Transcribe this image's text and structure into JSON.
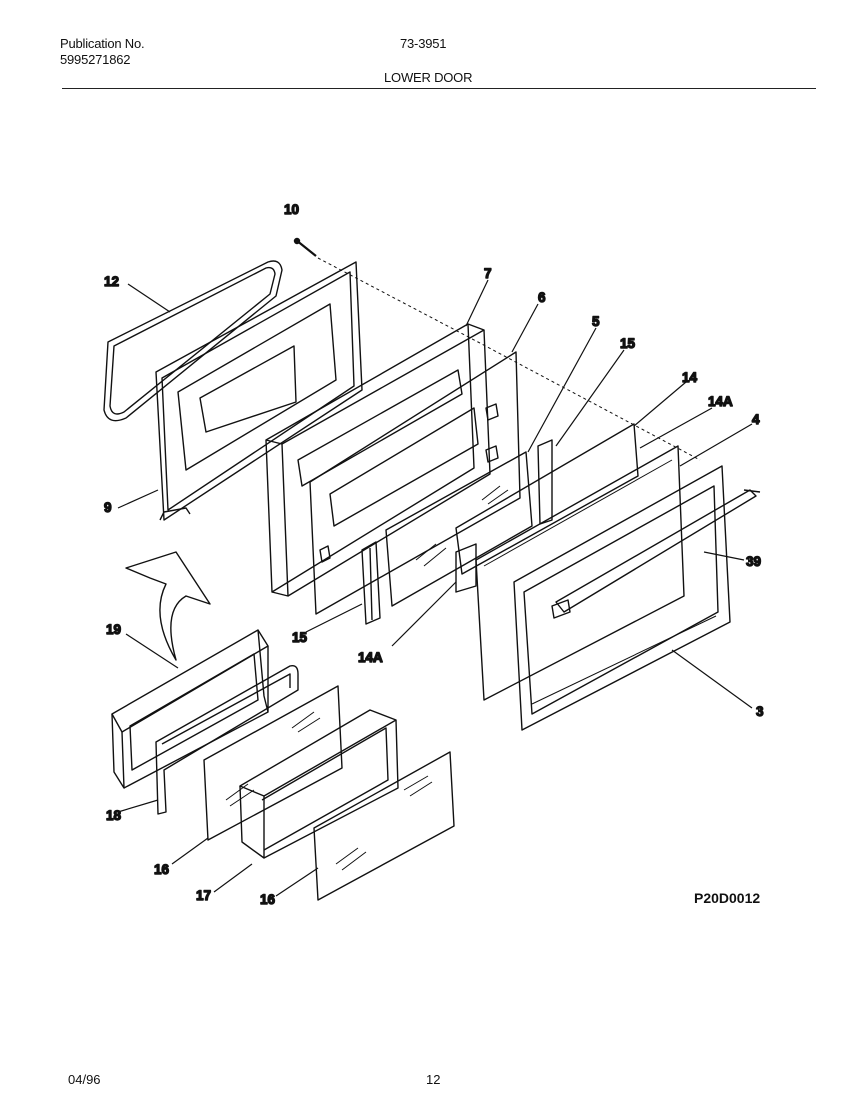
{
  "header": {
    "publication_label": "Publication No.",
    "publication_number": "5995271862",
    "model": "73-3951",
    "section_title": "LOWER DOOR"
  },
  "diagram": {
    "callouts": {
      "c10": "10",
      "c12": "12",
      "c7": "7",
      "c6": "6",
      "c5": "5",
      "c15a": "15",
      "c14": "14",
      "c14a_r": "14A",
      "c4": "4",
      "c9": "9",
      "c39": "39",
      "c19": "19",
      "c15b": "15",
      "c14a_l": "14A",
      "c3": "3",
      "c18": "18",
      "c16a": "16",
      "c17": "17",
      "c16b": "16"
    },
    "drawing_code": "P20D0012"
  },
  "footer": {
    "date": "04/96",
    "page": "12"
  }
}
